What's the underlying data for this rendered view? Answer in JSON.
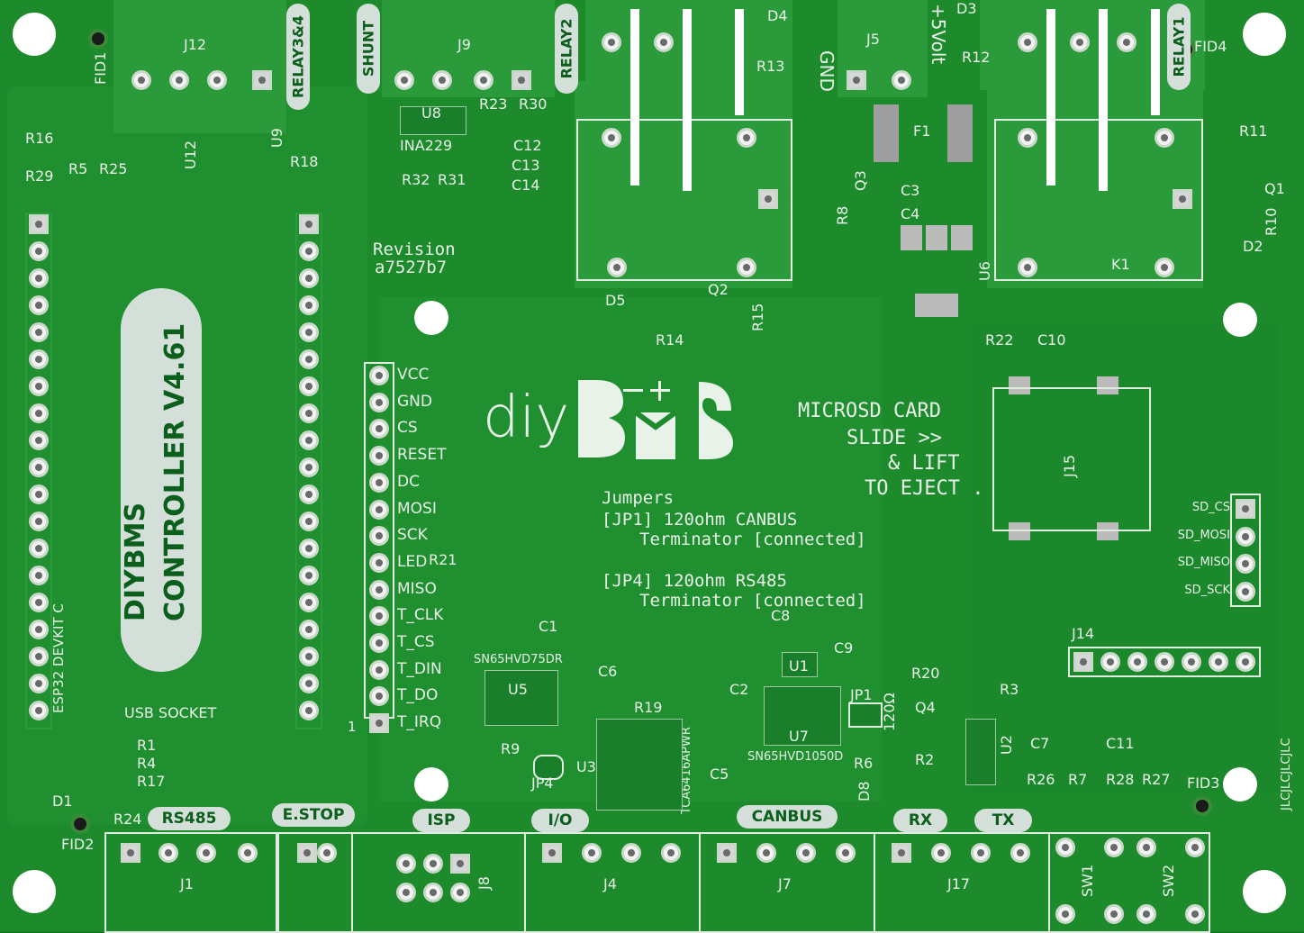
{
  "board": {
    "colors": {
      "soldermask": "#1d8a2c",
      "copper_pour": "#2a9a3a",
      "silkscreen": "#e8f2e8",
      "pad": "#f3f3f3",
      "hole": "#ffffff"
    },
    "title_line1": "DIYBMS",
    "title_line2": "CONTROLLER V4.61",
    "revision_label": "Revision",
    "revision_value": "a7527b7",
    "logo_text": "diy",
    "esp_label": "ESP32 DEVKIT C",
    "usb_label": "USB SOCKET",
    "jumpers": {
      "line1": "Jumpers",
      "line2": "[JP1] 120ohm CANBUS",
      "line3": "Terminator [connected]",
      "line4": "[JP4] 120ohm RS485",
      "line5": "Terminator [connected]"
    },
    "microsd": {
      "line1": "MICROSD CARD",
      "line2": "SLIDE >>",
      "line3": "& LIFT",
      "line4": "TO EJECT ."
    },
    "tft_pins": [
      "VCC",
      "GND",
      "CS",
      "RESET",
      "DC",
      "MOSI",
      "SCK",
      "LED",
      "MISO",
      "T_CLK",
      "T_CS",
      "T_DIN",
      "T_DO",
      "T_IRQ"
    ],
    "tft_pin1": "1",
    "sd_pins": [
      "SD_CS",
      "SD_MOSI",
      "SD_MISO",
      "SD_SCK"
    ],
    "pills": {
      "relay34": "RELAY3&4",
      "shunt": "SHUNT",
      "relay2": "RELAY2",
      "relay1": "RELAY1",
      "rs485": "RS485",
      "estop": "E.STOP",
      "isp": "ISP",
      "io": "I/O",
      "canbus": "CANBUS",
      "rx": "RX",
      "tx": "TX"
    },
    "power_label": "+5Volt",
    "gnd_label": "GND",
    "jlc": "JLCJLCJLCJLC",
    "ic_labels": {
      "ina": "INA229",
      "sn75": "SN65HVD75DR",
      "sn1050": "SN65HVD1050D",
      "tca": "TCA6416APWR",
      "ohm": "120Ω"
    },
    "refs": {
      "J12": "J12",
      "J9": "J9",
      "J5": "J5",
      "J1": "J1",
      "J4": "J4",
      "J7": "J7",
      "J17": "J17",
      "J8": "J8",
      "J14": "J14",
      "J15": "J15",
      "U12": "U12",
      "U9": "U9",
      "U8": "U8",
      "U5": "U5",
      "U3": "U3",
      "U7": "U7",
      "U1": "U1",
      "U2": "U2",
      "U6": "U6",
      "R16": "R16",
      "R29": "R29",
      "R5": "R5",
      "R25": "R25",
      "R18": "R18",
      "R23": "R23",
      "R30": "R30",
      "R32": "R32",
      "R31": "R31",
      "R13": "R13",
      "R12": "R12",
      "R11": "R11",
      "R10": "R10",
      "R8": "R8",
      "R14": "R14",
      "R15": "R15",
      "R22": "R22",
      "R21": "R21",
      "R19": "R19",
      "R9": "R9",
      "R6": "R6",
      "R20": "R20",
      "R3": "R3",
      "R2": "R2",
      "R26": "R26",
      "R7": "R7",
      "R28": "R28",
      "R27": "R27",
      "R1": "R1",
      "R4": "R4",
      "R17": "R17",
      "R24": "R24",
      "C12": "C12",
      "C13": "C13",
      "C14": "C14",
      "C3": "C3",
      "C4": "C4",
      "C10": "C10",
      "C1": "C1",
      "C6": "C6",
      "C8": "C8",
      "C9": "C9",
      "C2": "C2",
      "C5": "C5",
      "C7": "C7",
      "C11": "C11",
      "D4": "D4",
      "D3": "D3",
      "D5": "D5",
      "D2": "D2",
      "D1": "D1",
      "D8": "D8",
      "Q1": "Q1",
      "Q2": "Q2",
      "Q3": "Q3",
      "Q4": "Q4",
      "F1": "F1",
      "K1": "K1",
      "JP1": "JP1",
      "JP4": "JP4",
      "SW1": "SW1",
      "SW2": "SW2",
      "FID1": "FID1",
      "FID2": "FID2",
      "FID3": "FID3",
      "FID4": "FID4"
    }
  }
}
